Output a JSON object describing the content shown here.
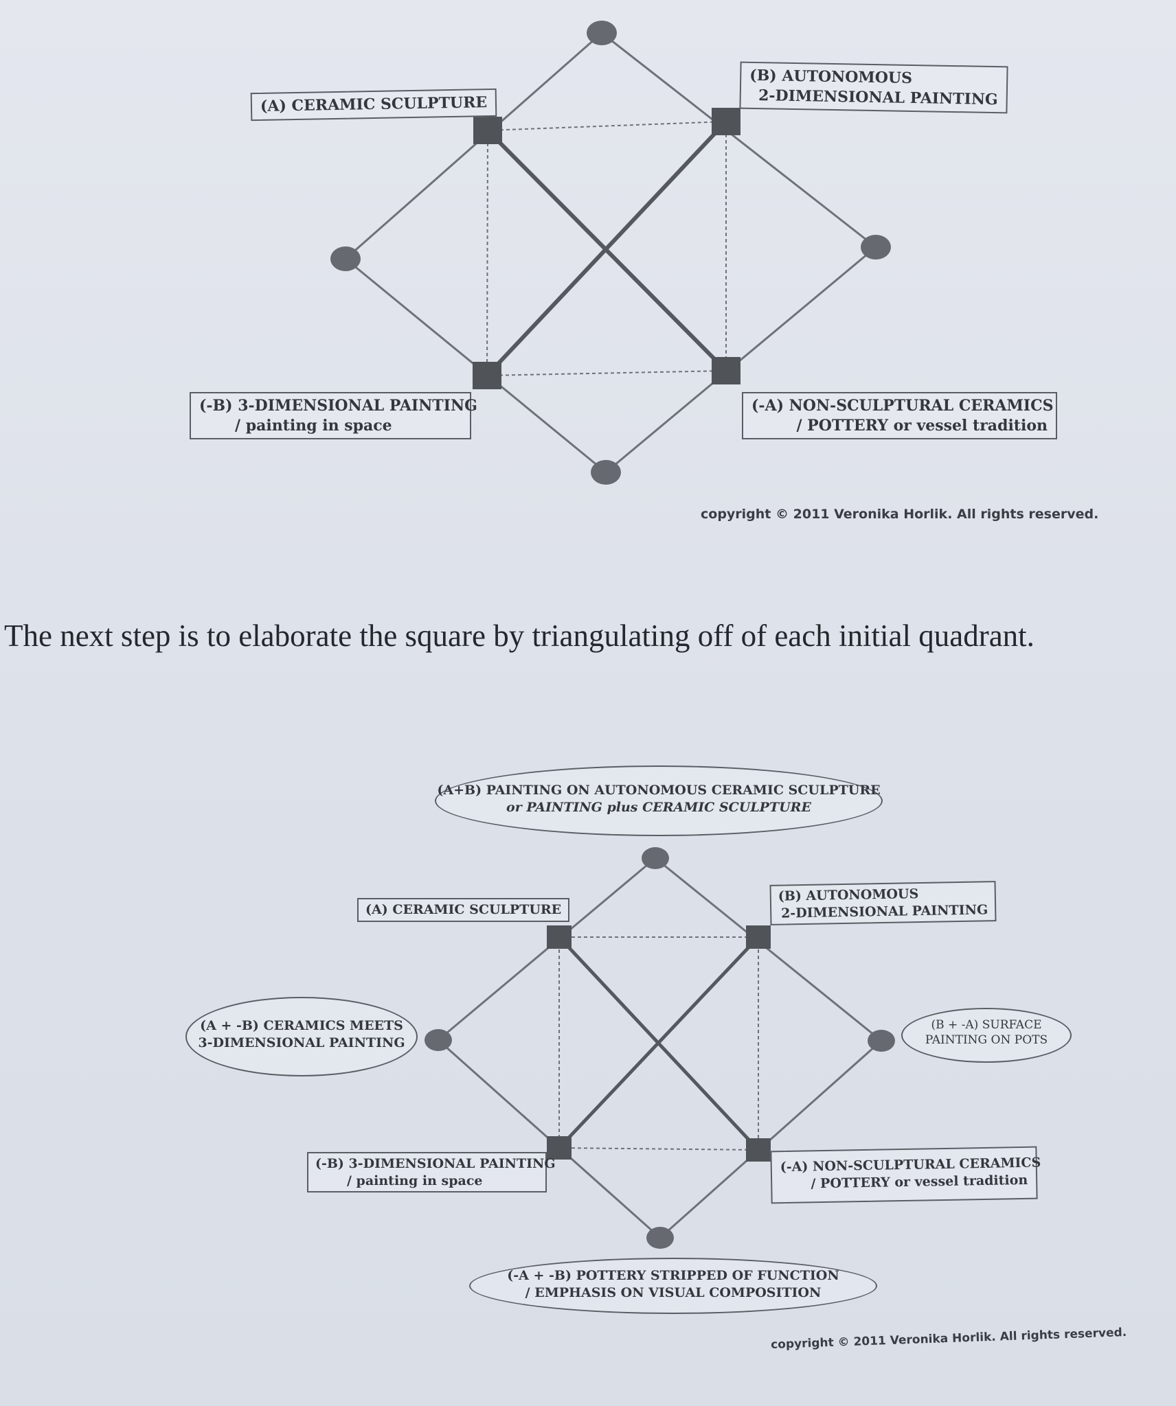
{
  "diagram1": {
    "label_a": "(A) CERAMIC SCULPTURE",
    "label_b_line1": "(B) AUTONOMOUS",
    "label_b_line2": "2-DIMENSIONAL PAINTING",
    "label_neg_b_line1": "(-B) 3-DIMENSIONAL PAINTING",
    "label_neg_b_line2": "/ painting in space",
    "label_neg_a_line1": "(-A) NON-SCULPTURAL CERAMICS",
    "label_neg_a_line2": "/ POTTERY or vessel tradition",
    "copyright": "copyright © 2011 Veronika Horlik. All rights reserved."
  },
  "body_text": "The next step is to elaborate the square by triangulating off of each initial quadrant.",
  "diagram2": {
    "label_a_plus_b_line1": "(A+B) PAINTING ON AUTONOMOUS CERAMIC SCULPTURE",
    "label_a_plus_b_line2": "or PAINTING plus CERAMIC SCULPTURE",
    "label_a": "(A) CERAMIC SCULPTURE",
    "label_b_line1": "(B) AUTONOMOUS",
    "label_b_line2": "2-DIMENSIONAL PAINTING",
    "label_a_neg_b_line1": "(A + -B) CERAMICS MEETS",
    "label_a_neg_b_line2": "3-DIMENSIONAL PAINTING",
    "label_b_neg_a_line1": "(B + -A) SURFACE",
    "label_b_neg_a_line2": "PAINTING ON POTS",
    "label_neg_b_line1": "(-B) 3-DIMENSIONAL PAINTING",
    "label_neg_b_line2": "/ painting in space",
    "label_neg_a_line1": "(-A) NON-SCULPTURAL CERAMICS",
    "label_neg_a_line2": "/ POTTERY or vessel tradition",
    "label_neg_a_neg_b_line1": "(-A + -B) POTTERY STRIPPED OF FUNCTION",
    "label_neg_a_neg_b_line2": "/ EMPHASIS ON VISUAL COMPOSITION",
    "copyright": "copyright © 2011 Veronika Horlik. All rights reserved."
  },
  "colors": {
    "line": "#6b6e74",
    "node": "#5e6066",
    "page": "#e1e5ec"
  }
}
